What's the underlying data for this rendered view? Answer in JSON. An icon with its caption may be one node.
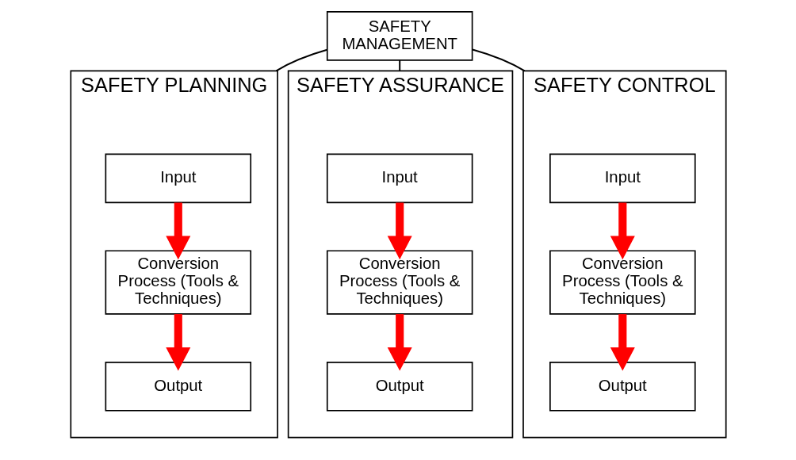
{
  "diagram": {
    "nodes": [
      {
        "text": [
          "SAFETY MANAGEMENT"
        ]
      },
      {
        "text": [
          "SAFETY PLANNING"
        ]
      },
      {
        "text": [
          "Input"
        ],
        "in": 1
      },
      {
        "text": [
          "Conversion Process (Tools & Techniques)"
        ],
        "in": 1
      },
      {
        "text": [
          "Output"
        ],
        "in": 1
      },
      {
        "text": [
          "SAFETY ASSURANCE"
        ]
      },
      {
        "text": [
          "Input"
        ],
        "in": 5
      },
      {
        "text": [
          "Conversion Process (Tools & Techniques)"
        ],
        "in": 5
      },
      {
        "text": [
          "Output"
        ],
        "in": 5
      },
      {
        "text": [
          "SAFETY CONTROL"
        ]
      },
      {
        "text": [
          "Input"
        ],
        "in": 9
      },
      {
        "text": [
          "Conversion Process (Tools & Techniques)"
        ],
        "in": 9
      },
      {
        "text": [
          "Output"
        ],
        "in": 9
      }
    ],
    "edges": [
      {
        "from": 0,
        "to": 1,
        "arrow": "none",
        "color": "#000000"
      },
      {
        "from": 0,
        "to": 5,
        "arrow": "none",
        "color": "#000000"
      },
      {
        "from": 0,
        "to": 9,
        "arrow": "none",
        "color": "#000000"
      },
      {
        "from": 2,
        "to": 3,
        "arrow": "to"
      },
      {
        "from": 3,
        "to": 4,
        "arrow": "to"
      },
      {
        "from": 6,
        "to": 7,
        "arrow": "to"
      },
      {
        "from": 7,
        "to": 8,
        "arrow": "to"
      },
      {
        "from": 10,
        "to": 11,
        "arrow": "to"
      },
      {
        "from": 11,
        "to": 12,
        "arrow": "to"
      }
    ]
  }
}
